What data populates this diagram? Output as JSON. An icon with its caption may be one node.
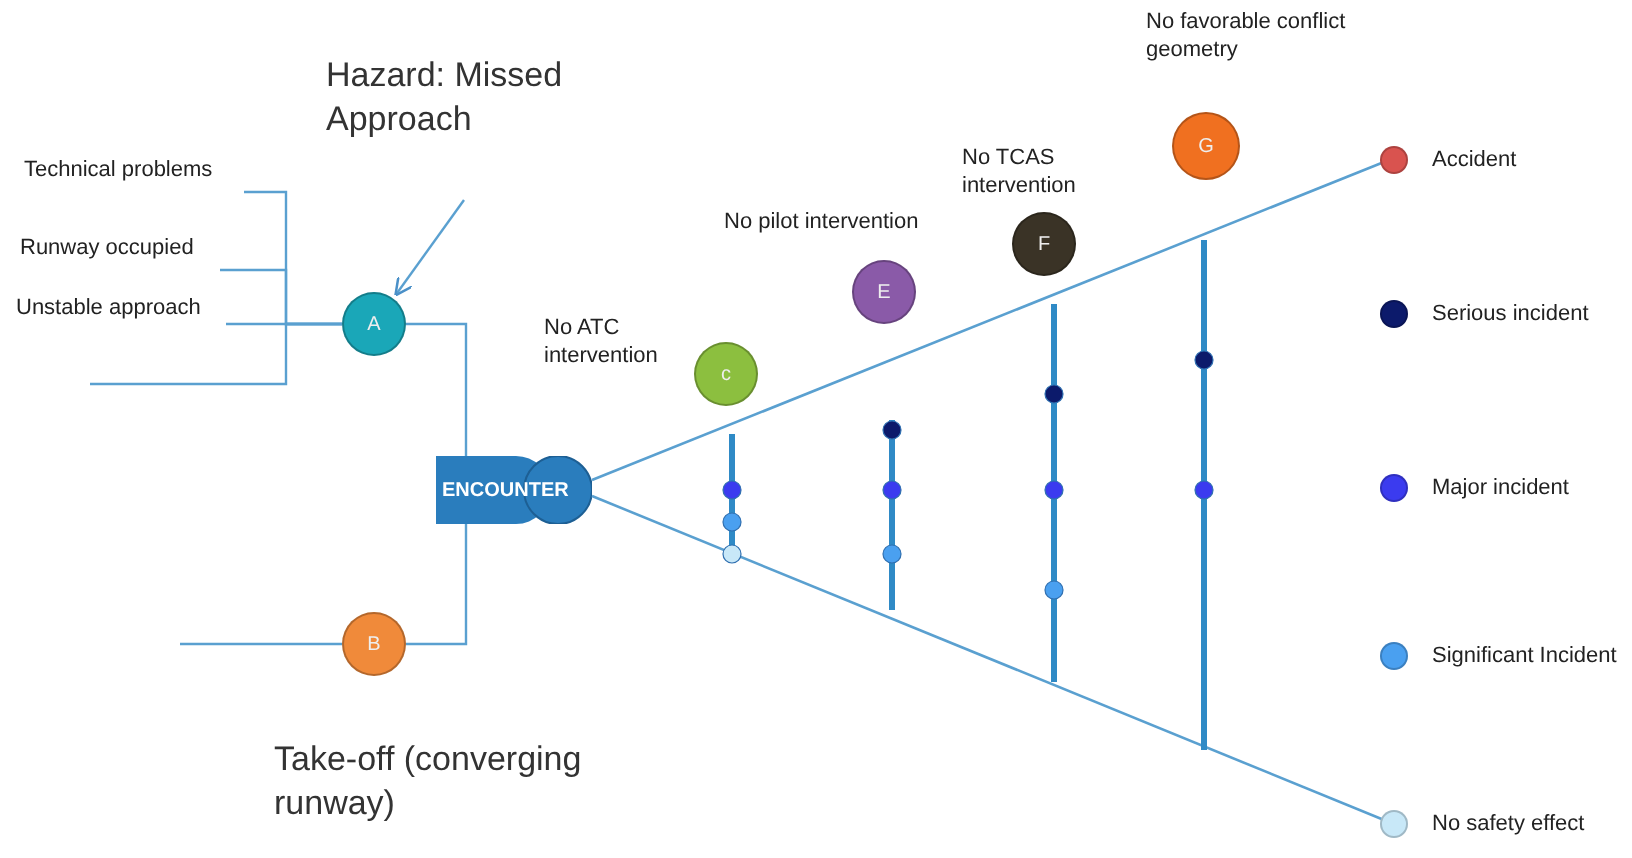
{
  "diagram": {
    "nodes": [
      {
        "text": [
          "Hazard: Missed Approach"
        ]
      },
      {
        "text": [
          "Technical  problems"
        ]
      },
      {
        "text": [
          "Runway occupied"
        ]
      },
      {
        "text": [
          "Unstable approach"
        ]
      },
      {
        "text": [
          "A"
        ]
      },
      {
        "text": [
          "ENCOUNTER"
        ]
      },
      {
        "text": [
          "B"
        ],
        "beside": [
          "Take-off (converging runway)"
        ]
      },
      {
        "text": [
          "c"
        ],
        "beside": [
          "No ATC intervention"
        ]
      },
      {
        "text": [
          "E"
        ],
        "beside": [
          "No pilot intervention"
        ]
      },
      {
        "text": [
          "F"
        ],
        "beside": [
          "No TCAS intervention"
        ]
      },
      {
        "text": [
          "G"
        ],
        "beside": [
          "No favorable conflict geometry"
        ]
      }
    ],
    "edges": [
      {
        "from": 0,
        "to": 4,
        "arrow": "to"
      },
      {
        "from": 1,
        "to": 4,
        "arrow": "none"
      },
      {
        "from": 2,
        "to": 4,
        "arrow": "none"
      },
      {
        "from": 3,
        "to": 4,
        "arrow": "none"
      },
      {
        "from": null,
        "to": 4,
        "arrow": "none"
      },
      {
        "from": 4,
        "to": 5,
        "arrow": "none"
      },
      {
        "from": null,
        "to": 6,
        "arrow": "none"
      },
      {
        "from": 6,
        "to": 5,
        "arrow": "none"
      }
    ],
    "legend": [
      {
        "text": "Accident",
        "color": "#d9534f"
      },
      {
        "text": "Serious incident",
        "color": "#0c1a6b"
      },
      {
        "text": "Major incident",
        "color": "#3b3bef"
      },
      {
        "text": "Significant Incident",
        "color": "#4aa0f0"
      },
      {
        "text": "No safety effect",
        "color": "#c8e8f8"
      }
    ]
  }
}
